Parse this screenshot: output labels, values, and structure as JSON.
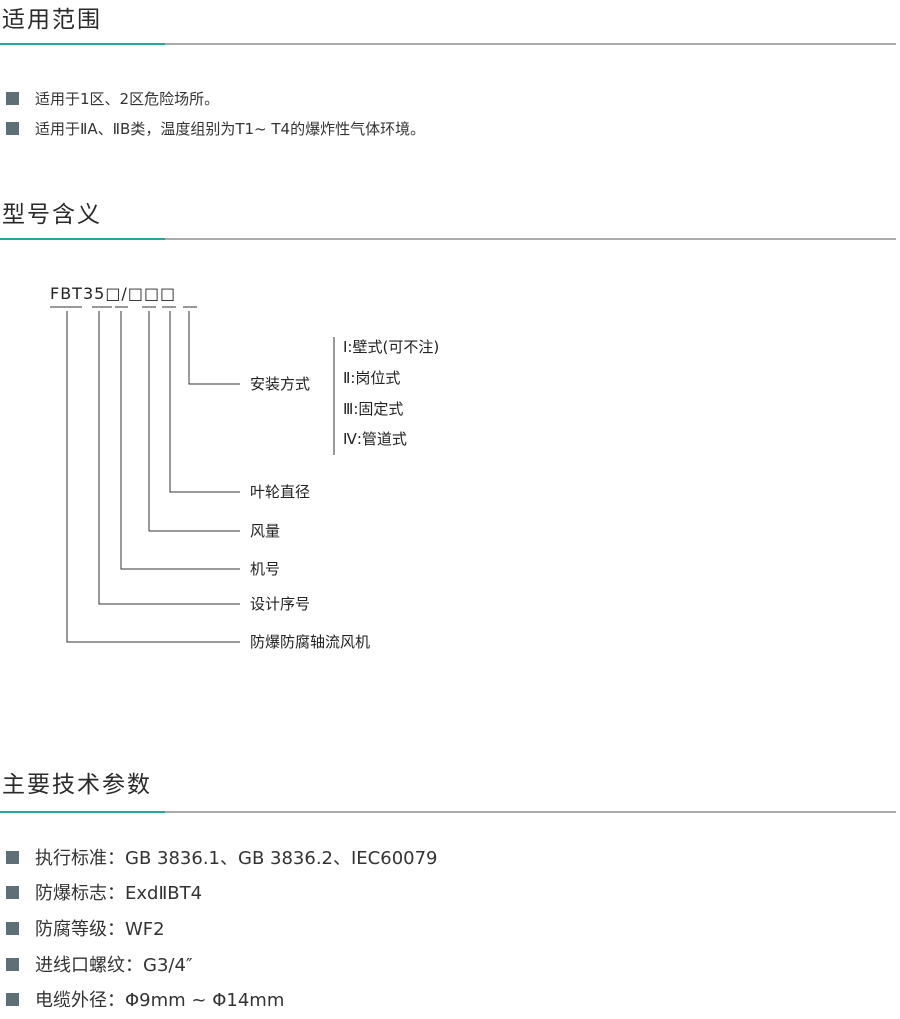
{
  "sections": [
    {
      "title": "适用范围",
      "items": [
        "适用于1区、2区危险场所。",
        "适用于ⅡA、ⅡB类，温度组别为T1~ T4的爆炸性气体环境。"
      ]
    },
    {
      "title": "型号含义"
    },
    {
      "title": "主要技术参数",
      "items": [
        "执行标准：GB 3836.1、GB 3836.2、IEC60079",
        "防爆标志：ExdⅡBT4",
        "防腐等级：WF2",
        "进线口螺纹：G3/4″",
        "电缆外径：Φ9mm ~ Φ14mm"
      ]
    }
  ],
  "diagram": {
    "code": "FBT35□/□□□",
    "labels": [
      "安装方式",
      "叶轮直径",
      "风量",
      "机号",
      "设计序号",
      "防爆防腐轴流风机"
    ],
    "options": [
      "Ⅰ:壁式(可不注)",
      "Ⅱ:岗位式",
      "Ⅲ:固定式",
      "Ⅳ:管道式"
    ]
  },
  "colors": {
    "accent": "#23a89a",
    "bullet": "#5e6f78",
    "rule": "#aaaaaa"
  }
}
